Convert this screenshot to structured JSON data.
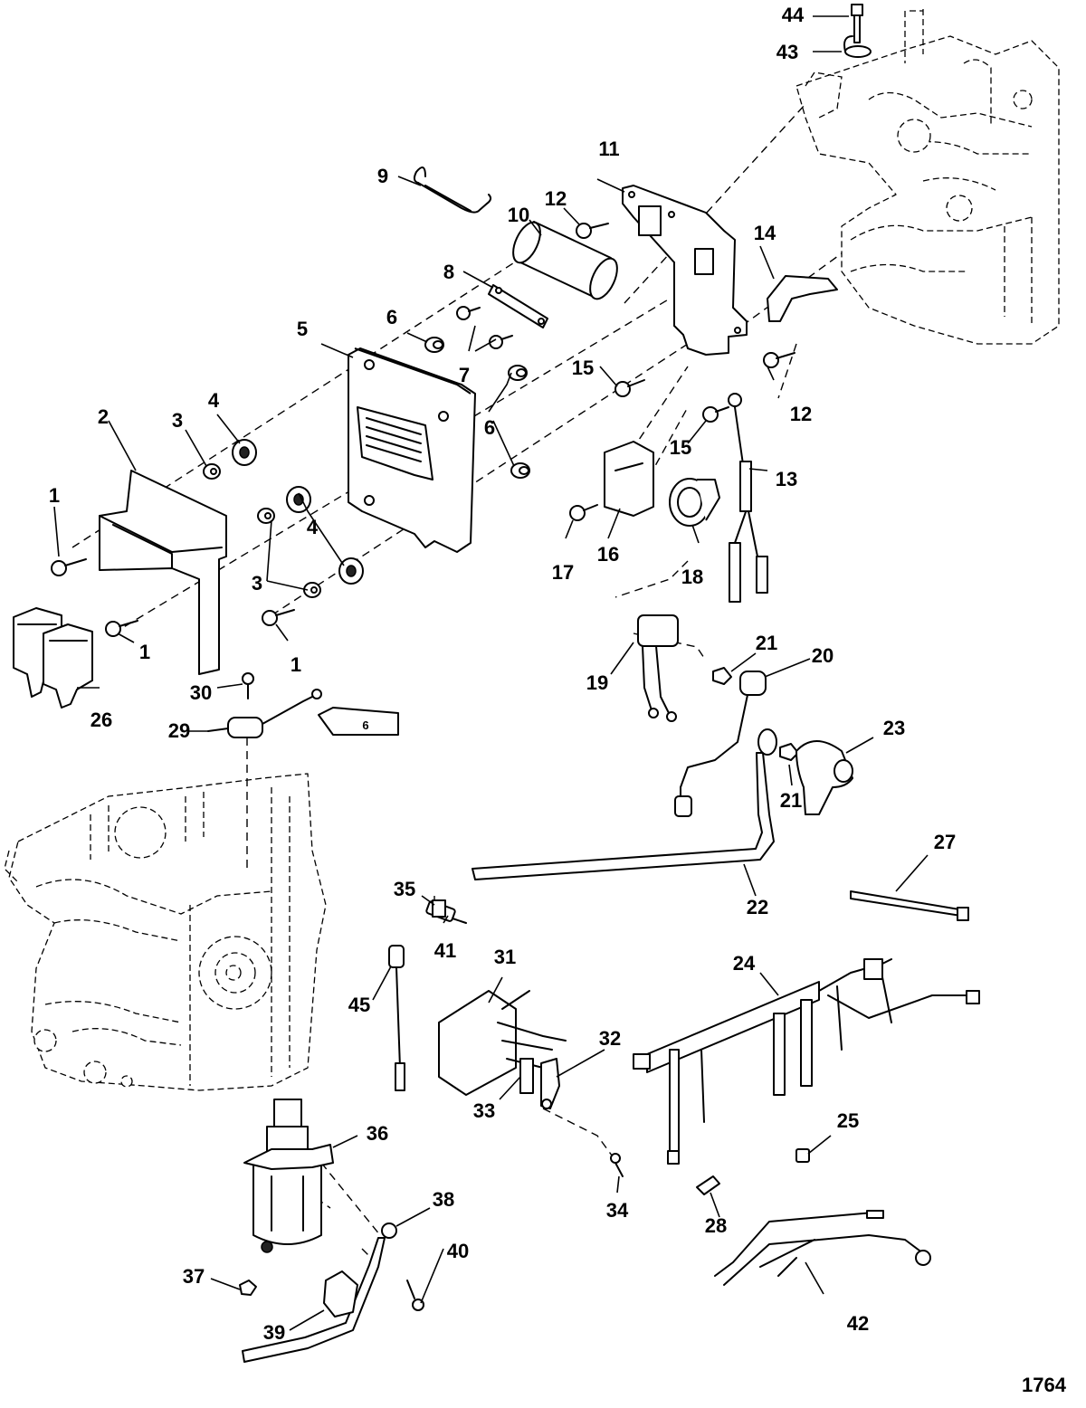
{
  "figure_id": "1764",
  "callouts": [
    {
      "n": "1"
    },
    {
      "n": "1"
    },
    {
      "n": "1"
    },
    {
      "n": "2"
    },
    {
      "n": "3"
    },
    {
      "n": "3"
    },
    {
      "n": "4"
    },
    {
      "n": "4"
    },
    {
      "n": "5"
    },
    {
      "n": "6"
    },
    {
      "n": "6"
    },
    {
      "n": "7"
    },
    {
      "n": "8"
    },
    {
      "n": "9"
    },
    {
      "n": "10"
    },
    {
      "n": "11"
    },
    {
      "n": "12"
    },
    {
      "n": "12"
    },
    {
      "n": "13"
    },
    {
      "n": "14"
    },
    {
      "n": "15"
    },
    {
      "n": "15"
    },
    {
      "n": "16"
    },
    {
      "n": "17"
    },
    {
      "n": "18"
    },
    {
      "n": "19"
    },
    {
      "n": "20"
    },
    {
      "n": "21"
    },
    {
      "n": "21"
    },
    {
      "n": "22"
    },
    {
      "n": "23"
    },
    {
      "n": "24"
    },
    {
      "n": "25"
    },
    {
      "n": "26"
    },
    {
      "n": "27"
    },
    {
      "n": "28"
    },
    {
      "n": "29"
    },
    {
      "n": "30"
    },
    {
      "n": "31"
    },
    {
      "n": "32"
    },
    {
      "n": "33"
    },
    {
      "n": "34"
    },
    {
      "n": "35"
    },
    {
      "n": "36"
    },
    {
      "n": "37"
    },
    {
      "n": "38"
    },
    {
      "n": "39"
    },
    {
      "n": "40"
    },
    {
      "n": "41"
    },
    {
      "n": "42"
    },
    {
      "n": "43"
    },
    {
      "n": "44"
    },
    {
      "n": "45"
    }
  ],
  "tube_label": "6"
}
